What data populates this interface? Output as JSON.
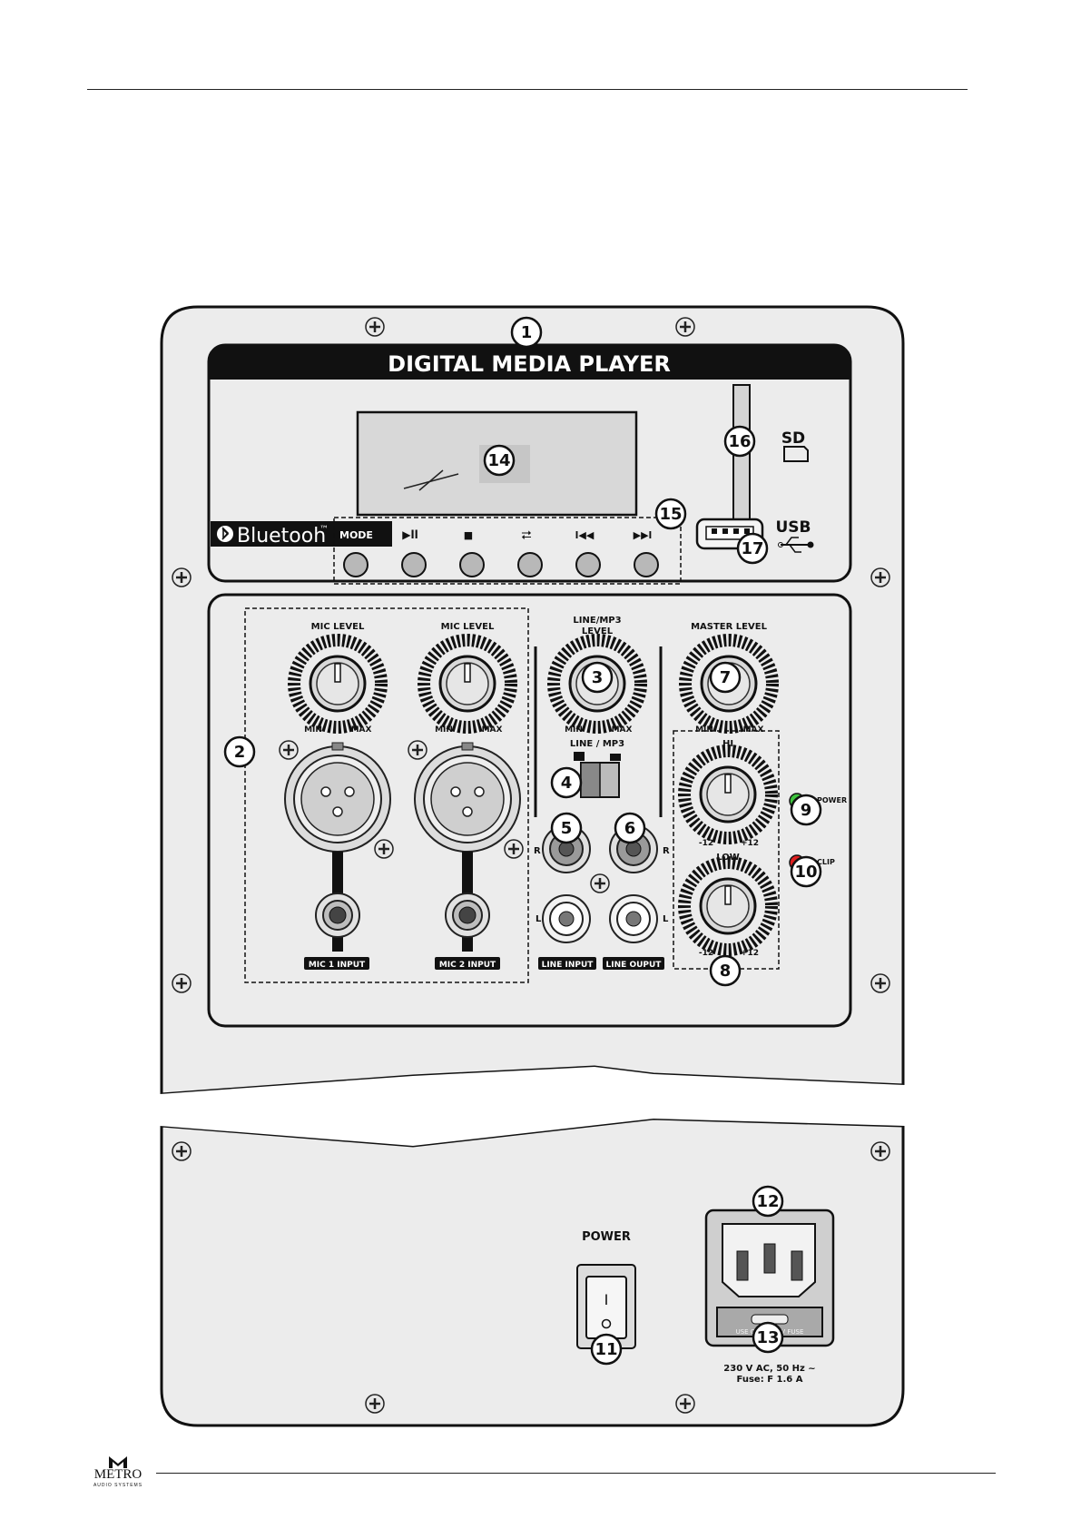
{
  "panel": {
    "title": "DIGITAL MEDIA PLAYER",
    "bluetooth_label": "Bluetooh",
    "trademark": "™",
    "mode_label": "MODE",
    "transport_glyphs": [
      "▶ll",
      "■",
      "⮂",
      "l◀◀",
      "▶▶l"
    ],
    "sd_label": "SD",
    "usb_label": "USB"
  },
  "mixer": {
    "mic_level_label": "MIC LEVEL",
    "line_mp3_level_label_1": "LINE/MP3",
    "line_mp3_level_label_2": "LEVEL",
    "master_level_label": "MASTER LEVEL",
    "min_label": "MIN",
    "max_label": "MAX",
    "line_mp3_switch_label": "LINE / MP3",
    "hi_label": "HI",
    "low_label": "LOW",
    "minus12": "-12",
    "plus12": "+12",
    "power_led_label": "POWER",
    "clip_led_label": "CLIP",
    "r_label": "R",
    "l_label": "L",
    "mic1_input_label": "MIC 1 INPUT",
    "mic2_input_label": "MIC 2 INPUT",
    "line_input_label": "LINE INPUT",
    "line_output_label": "LINE OUPUT"
  },
  "power_section": {
    "power_label": "POWER",
    "switch_on": "I",
    "fuse_text": "USE ONLY 250V FUSE",
    "spec_line1": "230 V AC, 50 Hz ~",
    "spec_line2": "Fuse: F 1.6 A"
  },
  "callouts": [
    "1",
    "2",
    "3",
    "4",
    "5",
    "6",
    "7",
    "8",
    "9",
    "10",
    "11",
    "12",
    "13",
    "14",
    "15",
    "16",
    "17"
  ],
  "logo": {
    "name": "METRO",
    "sub": "AUDIO SYSTEMS"
  },
  "colors": {
    "panel_fill": "#ececec",
    "banner": "#111111",
    "led_power": "#3ec43e",
    "led_clip": "#e02020"
  }
}
